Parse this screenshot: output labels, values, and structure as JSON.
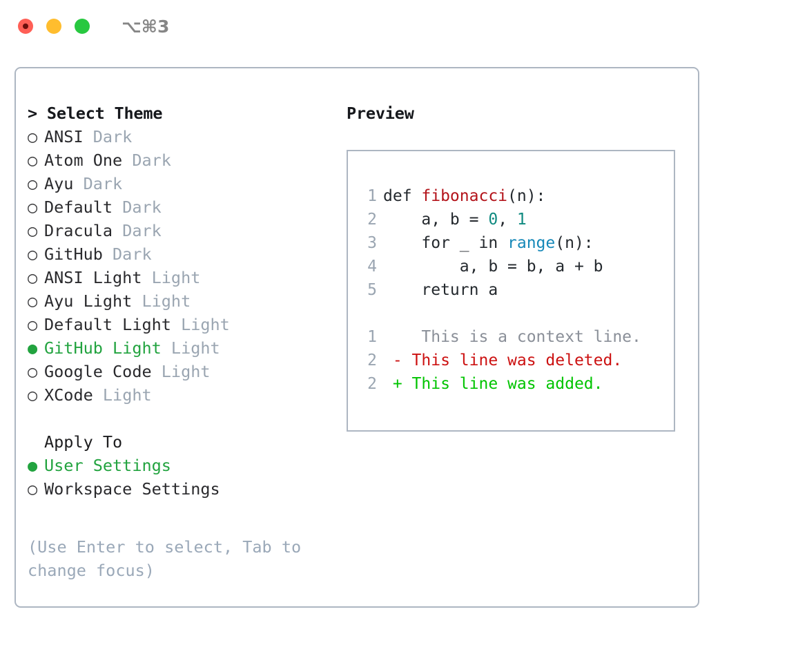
{
  "window": {
    "traffic_lights": [
      "close",
      "minimize",
      "maximize"
    ],
    "shortcut": "⌥⌘3",
    "accent_selected": "#22a33f",
    "border_color": "#adb6c2",
    "muted_color": "#9aa5b1"
  },
  "theme_picker": {
    "header": "> Select Theme",
    "items": [
      {
        "bullet": "○",
        "name": "ANSI",
        "badge": "Dark",
        "selected": false
      },
      {
        "bullet": "○",
        "name": "Atom One",
        "badge": "Dark",
        "selected": false
      },
      {
        "bullet": "○",
        "name": "Ayu",
        "badge": "Dark",
        "selected": false
      },
      {
        "bullet": "○",
        "name": "Default",
        "badge": "Dark",
        "selected": false
      },
      {
        "bullet": "○",
        "name": "Dracula",
        "badge": "Dark",
        "selected": false
      },
      {
        "bullet": "○",
        "name": "GitHub",
        "badge": "Dark",
        "selected": false
      },
      {
        "bullet": "○",
        "name": "ANSI Light",
        "badge": "Light",
        "selected": false
      },
      {
        "bullet": "○",
        "name": "Ayu Light",
        "badge": "Light",
        "selected": false
      },
      {
        "bullet": "○",
        "name": "Default Light",
        "badge": "Light",
        "selected": false
      },
      {
        "bullet": "●",
        "name": "GitHub Light",
        "badge": "Light",
        "selected": true
      },
      {
        "bullet": "○",
        "name": "Google Code",
        "badge": "Light",
        "selected": false
      },
      {
        "bullet": "○",
        "name": "XCode",
        "badge": "Light",
        "selected": false
      }
    ]
  },
  "apply_to": {
    "label": "Apply To",
    "options": [
      {
        "bullet": "●",
        "name": "User Settings",
        "selected": true
      },
      {
        "bullet": "○",
        "name": "Workspace Settings",
        "selected": false
      }
    ]
  },
  "hint": "(Use Enter to select, Tab to change focus)",
  "preview": {
    "title": "Preview",
    "code": [
      {
        "ln": "1",
        "segments": [
          {
            "text": "def ",
            "type": "plain"
          },
          {
            "text": "fibonacci",
            "type": "fn"
          },
          {
            "text": "(n):",
            "type": "plain"
          }
        ]
      },
      {
        "ln": "2",
        "segments": [
          {
            "text": "    a, b = ",
            "type": "plain"
          },
          {
            "text": "0",
            "type": "num"
          },
          {
            "text": ", ",
            "type": "plain"
          },
          {
            "text": "1",
            "type": "num"
          }
        ]
      },
      {
        "ln": "3",
        "segments": [
          {
            "text": "    for _ in ",
            "type": "plain"
          },
          {
            "text": "range",
            "type": "call"
          },
          {
            "text": "(n):",
            "type": "plain"
          }
        ]
      },
      {
        "ln": "4",
        "segments": [
          {
            "text": "        a, b = b, a + b",
            "type": "plain"
          }
        ]
      },
      {
        "ln": "5",
        "segments": [
          {
            "text": "    return a",
            "type": "plain"
          }
        ]
      }
    ],
    "diff": [
      {
        "ln": "1",
        "marker": " ",
        "text": "  This is a context line.",
        "kind": "context"
      },
      {
        "ln": "2",
        "marker": "-",
        "text": " This line was deleted.",
        "kind": "deleted"
      },
      {
        "ln": "2",
        "marker": "+",
        "text": " This line was added.",
        "kind": "added"
      }
    ]
  }
}
